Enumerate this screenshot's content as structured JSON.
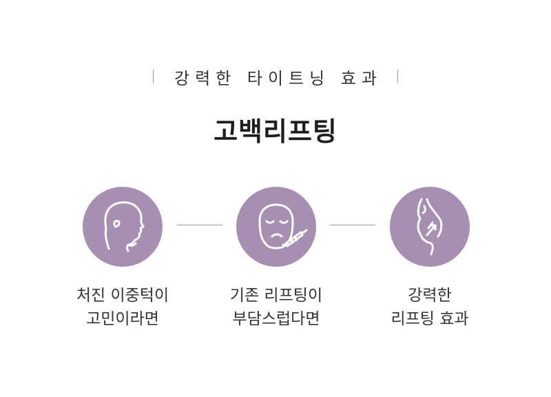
{
  "header": {
    "subtitle": "강력한 타이트닝 효과",
    "title": "고백리프팅"
  },
  "steps": [
    {
      "icon": "head-profile-icon",
      "line1": "처진 이중턱이",
      "line2": "고민이라면"
    },
    {
      "icon": "face-injection-icon",
      "line1": "기존 리프팅이",
      "line2": "부담스럽다면"
    },
    {
      "icon": "face-lift-arrow-icon",
      "line1": "강력한",
      "line2": "리프팅 효과"
    }
  ],
  "colors": {
    "circle": "#a78fb4",
    "text": "#333333",
    "title": "#1e1e1e",
    "divider": "#9a9a9a"
  }
}
